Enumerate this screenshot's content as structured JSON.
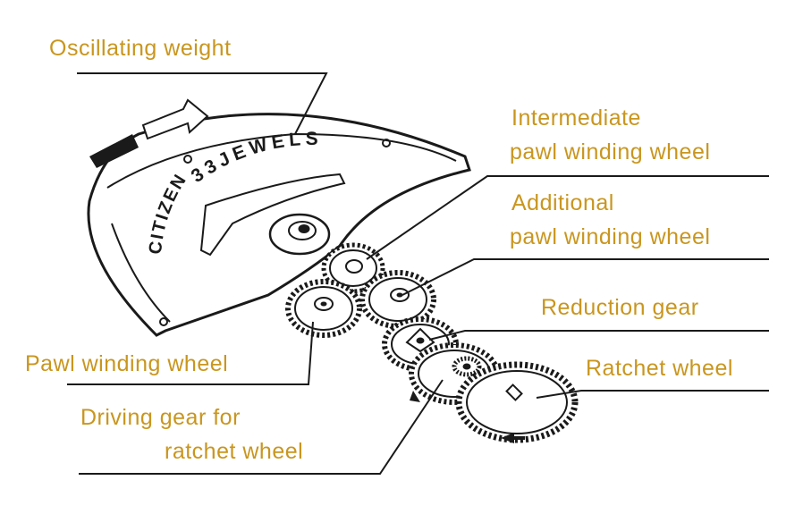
{
  "labels": {
    "oscillating_weight": "Oscillating weight",
    "intermediate_line1": "Intermediate",
    "intermediate_line2": "pawl winding wheel",
    "additional_line1": "Additional",
    "additional_line2": "pawl winding wheel",
    "reduction_gear": "Reduction gear",
    "ratchet_wheel": "Ratchet wheel",
    "pawl_winding_wheel": "Pawl winding wheel",
    "driving_line1": "Driving gear for",
    "driving_line2": "ratchet wheel"
  },
  "weight_engraving": {
    "brand": "CITIZEN",
    "jewels": "33JEWELS"
  },
  "colors": {
    "label": "#c9961f",
    "ink": "#1a1a1a",
    "background": "#ffffff"
  }
}
